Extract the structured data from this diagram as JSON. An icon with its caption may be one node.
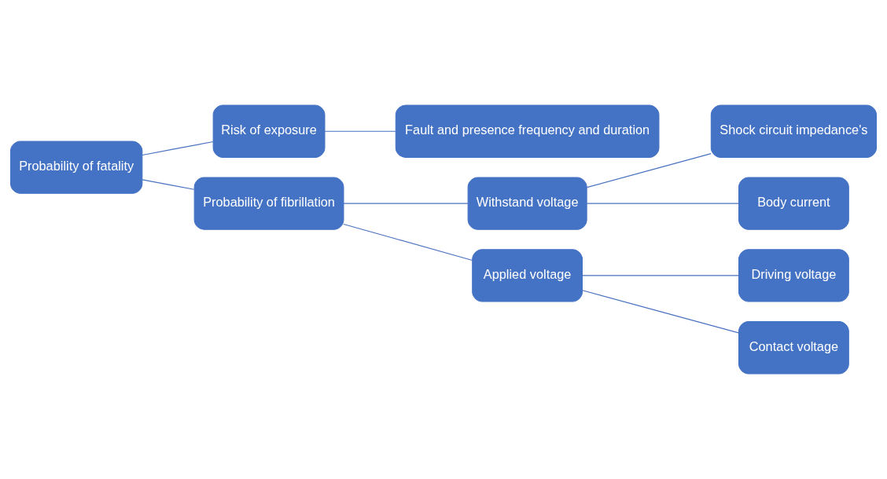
{
  "diagram": {
    "nodes": [
      {
        "text": [
          "Probability of fatality"
        ]
      },
      {
        "text": [
          "Risk of exposure"
        ]
      },
      {
        "text": [
          "Fault and presence frequency and duration"
        ]
      },
      {
        "text": [
          "Probability of fibrillation"
        ]
      },
      {
        "text": [
          "Withstand voltage"
        ]
      },
      {
        "text": [
          "Shock circuit impedance's"
        ]
      },
      {
        "text": [
          "Body current"
        ]
      },
      {
        "text": [
          "Applied voltage"
        ]
      },
      {
        "text": [
          "Driving voltage"
        ]
      },
      {
        "text": [
          "Contact voltage"
        ]
      }
    ],
    "edges": [
      {
        "from": 0,
        "to": 1,
        "arrow": "none"
      },
      {
        "from": 0,
        "to": 3,
        "arrow": "none"
      },
      {
        "from": 1,
        "to": 2,
        "arrow": "none"
      },
      {
        "from": 3,
        "to": 4,
        "arrow": "none"
      },
      {
        "from": 3,
        "to": 7,
        "arrow": "none"
      },
      {
        "from": 4,
        "to": 5,
        "arrow": "none"
      },
      {
        "from": 4,
        "to": 6,
        "arrow": "none"
      },
      {
        "from": 7,
        "to": 8,
        "arrow": "none"
      },
      {
        "from": 7,
        "to": 9,
        "arrow": "none"
      }
    ]
  }
}
